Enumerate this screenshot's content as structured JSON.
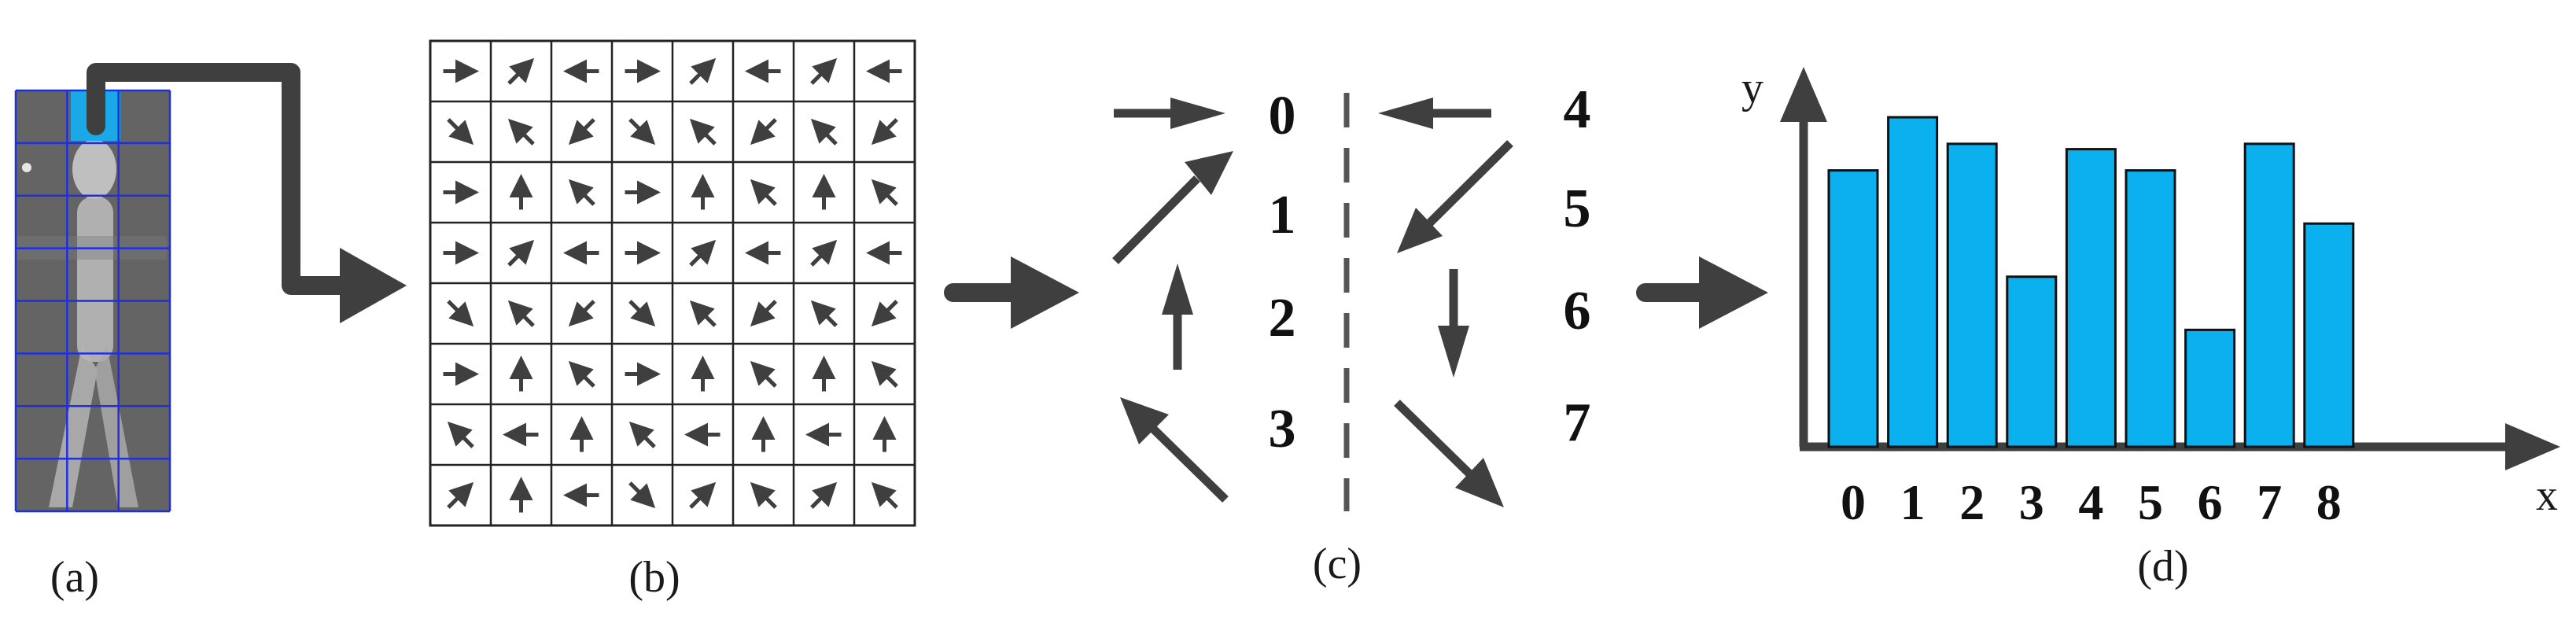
{
  "panels": {
    "a": {
      "caption": "(a)"
    },
    "b": {
      "caption": "(b)"
    },
    "c": {
      "caption": "(c)"
    },
    "d": {
      "caption": "(d)"
    }
  },
  "colors": {
    "arrow": "#3f3f3f",
    "highlight": "#1aa9e6",
    "bar_fill": "#0bb0ee",
    "grid_blue": "#1f2fe0",
    "text": "#111111"
  },
  "grid_b": {
    "rows": [
      [
        "E",
        "NE",
        "W",
        "E",
        "NE",
        "W",
        "NE",
        "W"
      ],
      [
        "SE",
        "NW",
        "SW",
        "SE",
        "NW",
        "SW",
        "NW",
        "SW"
      ],
      [
        "E",
        "N",
        "NW",
        "E",
        "N",
        "NW",
        "N",
        "NW"
      ],
      [
        "E",
        "NE",
        "W",
        "E",
        "NE",
        "W",
        "NE",
        "W"
      ],
      [
        "SE",
        "NW",
        "SW",
        "SE",
        "NW",
        "SW",
        "NW",
        "SW"
      ],
      [
        "E",
        "N",
        "NW",
        "E",
        "N",
        "NW",
        "N",
        "NW"
      ],
      [
        "NW",
        "W",
        "N",
        "NW",
        "W",
        "N",
        "W",
        "N"
      ],
      [
        "NE",
        "N",
        "W",
        "SE",
        "NE",
        "NW",
        "NE",
        "NW"
      ]
    ]
  },
  "directions": {
    "left_labels": [
      "0",
      "1",
      "2",
      "3"
    ],
    "right_labels": [
      "4",
      "5",
      "6",
      "7"
    ]
  },
  "chart_data": {
    "type": "bar",
    "categories": [
      "0",
      "1",
      "2",
      "3",
      "4",
      "5",
      "6",
      "7",
      "8"
    ],
    "values": [
      5.2,
      6.2,
      5.7,
      3.2,
      5.6,
      5.2,
      2.2,
      5.7,
      4.2
    ],
    "ylim": [
      0,
      7
    ],
    "xlabel": "x",
    "ylabel": "y",
    "grid": false,
    "title": ""
  }
}
